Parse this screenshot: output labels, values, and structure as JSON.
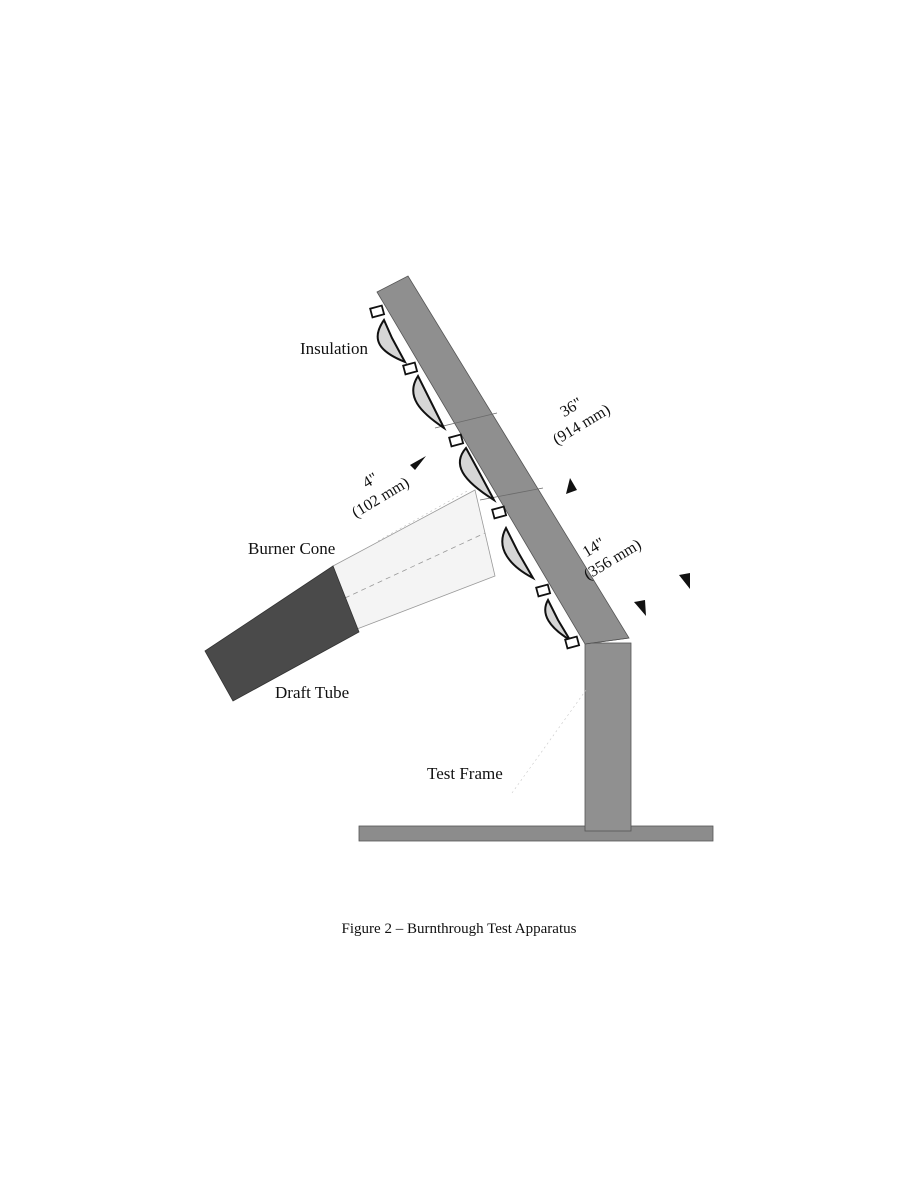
{
  "labels": {
    "insulation": "Insulation",
    "burner_cone": "Burner Cone",
    "draft_tube": "Draft Tube",
    "test_frame": "Test Frame"
  },
  "dimensions": {
    "panel_in": "36\"",
    "panel_mm": "(914 mm)",
    "lower_in": "14\"",
    "lower_mm": "(356 mm)",
    "cone_in": "4\"",
    "cone_mm": "(102 mm)"
  },
  "caption": "Figure 2 – Burnthrough Test Apparatus",
  "colors": {
    "frame": "#8c8c8c",
    "draft_tube": "#4a4a4a",
    "burner_cone": "#f4f4f4",
    "insulation_fill": "#d6d6d6",
    "outline": "#111111"
  }
}
